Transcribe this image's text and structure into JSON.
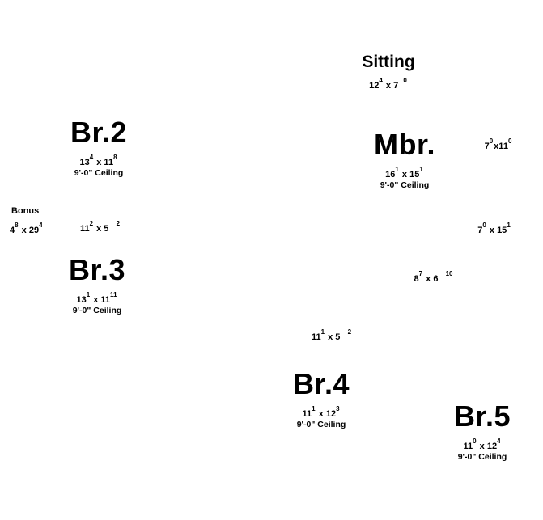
{
  "rooms": {
    "sitting": {
      "name": "Sitting",
      "w": "12",
      "w_in": "4",
      "d": "7",
      "d_in": "0"
    },
    "br2": {
      "name": "Br.2",
      "w": "13",
      "w_in": "4",
      "d": "11",
      "d_in": "8",
      "ceiling": "9'-0\" Ceiling"
    },
    "mbr": {
      "name": "Mbr.",
      "w": "16",
      "w_in": "1",
      "d": "15",
      "d_in": "1",
      "ceiling": "9'-0\" Ceiling"
    },
    "closet_mbr": {
      "w": "7",
      "w_in": "0",
      "d": "11",
      "d_in": "0"
    },
    "bonus": {
      "name": "Bonus",
      "w": "4",
      "w_in": "8",
      "d": "29",
      "d_in": "4"
    },
    "hall_left": {
      "w": "11",
      "w_in": "2",
      "d": "5",
      "d_in": "2"
    },
    "bath_mbr": {
      "w": "7",
      "w_in": "0",
      "d": "15",
      "d_in": "1"
    },
    "br3": {
      "name": "Br.3",
      "w": "13",
      "w_in": "1",
      "d": "11",
      "d_in": "11",
      "ceiling": "9'-0\" Ceiling"
    },
    "room_8x6": {
      "w": "8",
      "w_in": "7",
      "d": "6",
      "d_in": "10"
    },
    "hall_center": {
      "w": "11",
      "w_in": "1",
      "d": "5",
      "d_in": "2"
    },
    "br4": {
      "name": "Br.4",
      "w": "11",
      "w_in": "1",
      "d": "12",
      "d_in": "3",
      "ceiling": "9'-0\" Ceiling"
    },
    "br5": {
      "name": "Br.5",
      "w": "11",
      "w_in": "0",
      "d": "12",
      "d_in": "4",
      "ceiling": "9'-0\" Ceiling"
    }
  },
  "dim_separator": "x"
}
